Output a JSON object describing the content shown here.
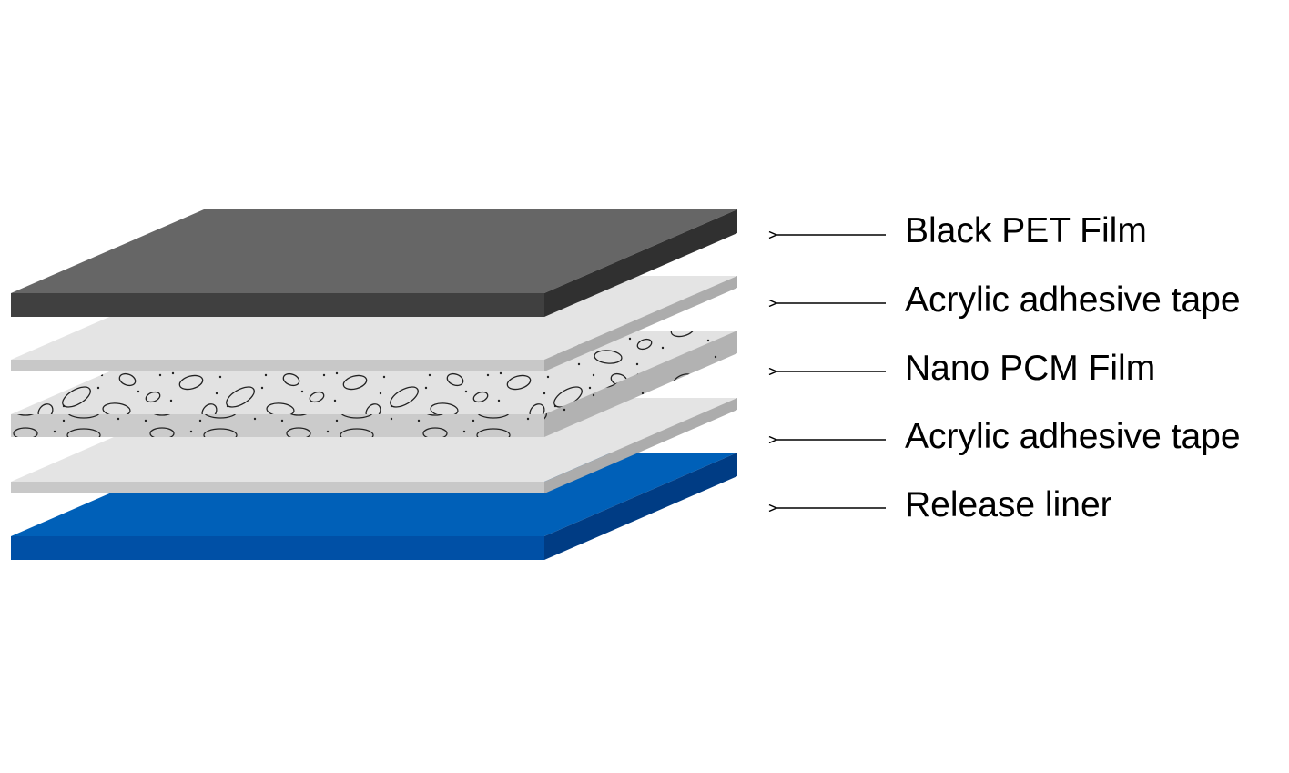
{
  "layers": [
    {
      "label": "Black PET Film",
      "top_color": "#666666",
      "front_color": "#404040",
      "side_color": "#303030",
      "pattern": "none"
    },
    {
      "label": "Acrylic adhesive tape",
      "top_color": "#e4e4e4",
      "front_color": "#c8c8c8",
      "side_color": "#acacac",
      "pattern": "none"
    },
    {
      "label": "Nano PCM Film",
      "top_color": "#e2e2e2",
      "front_color": "#cbcbcb",
      "side_color": "#b2b2b2",
      "pattern": "particles"
    },
    {
      "label": "Acrylic adhesive tape",
      "top_color": "#e4e4e4",
      "front_color": "#c8c8c8",
      "side_color": "#acacac",
      "pattern": "none"
    },
    {
      "label": "Release liner",
      "top_color": "#0060b8",
      "front_color": "#0050a6",
      "side_color": "#003c84",
      "pattern": "none"
    }
  ]
}
